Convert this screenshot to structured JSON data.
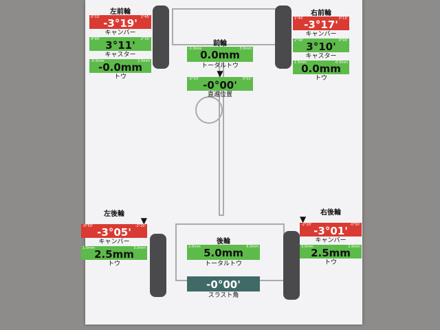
{
  "front_left": {
    "title": "左前輪",
    "camber": {
      "min": "0°15'",
      "max": "1°45'",
      "value": "-3°19'",
      "label": "キャンバー"
    },
    "caster": {
      "min": "4°00'",
      "max": "2°30'",
      "value": "3°11'",
      "label": "キャスター"
    },
    "toe": {
      "min": "-0.5mm",
      "max": "1.5mm",
      "value": "-0.0mm",
      "label": "トウ"
    }
  },
  "front_right": {
    "title": "右前輪",
    "camber": {
      "min": "1°45'",
      "max": "0°15'",
      "value": "-3°17'",
      "label": "キャンバー"
    },
    "caster": {
      "min": "2°30'",
      "max": "4°00'",
      "value": "3°10'",
      "label": "キャスター"
    },
    "toe": {
      "min": "1.5mm",
      "max": "-0.5mm",
      "value": "0.0mm",
      "label": "トウ"
    }
  },
  "front_total": {
    "title": "前輪",
    "min": "-1.0mm",
    "max": "3.0mm",
    "value": "0.0mm",
    "label": "トータルトウ"
  },
  "straight": {
    "min": "-0°03'",
    "max": "0°03'",
    "value": "-0°00'",
    "label": "直進位置"
  },
  "rear_left": {
    "title": "左後輪",
    "camber": {
      "min": "-0°50'",
      "max": "-2°20'",
      "value": "-3°05'",
      "label": "キャンバー"
    },
    "toe": {
      "min": "1.0mm",
      "max": "3.0mm",
      "value": "2.5mm",
      "label": "トウ"
    }
  },
  "rear_right": {
    "title": "右後輪",
    "camber": {
      "min": "-2°20'",
      "max": "-0°50'",
      "value": "-3°01'",
      "label": "キャンバー"
    },
    "toe": {
      "min": "3.0mm",
      "max": "1.0mm",
      "value": "2.5mm",
      "label": "トウ"
    }
  },
  "rear_total": {
    "title": "後輪",
    "min": "2.0mm",
    "max": "6.0mm",
    "value": "5.0mm",
    "label": "トータルトウ"
  },
  "thrust": {
    "value": "-0°00'",
    "label": "スラスト角"
  },
  "colors": {
    "out_of_spec": "#d93a32",
    "in_spec": "#5dbb4a",
    "thrust": "#3f6a66"
  }
}
